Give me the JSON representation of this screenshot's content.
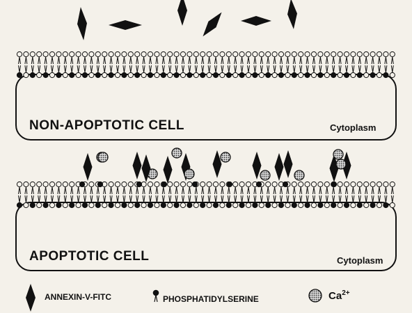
{
  "cells": [
    {
      "id": "non-apoptotic",
      "title": "NON-APOPTOTIC CELL",
      "region": "Cytoplasm"
    },
    {
      "id": "apoptotic",
      "title": "APOPTOTIC CELL",
      "region": "Cytoplasm"
    }
  ],
  "legend": {
    "annexin": "ANNEXIN-V-FITC",
    "ps": "PHOSPHATIDYLSERINE",
    "ca_base": "Ca",
    "ca_sup": "2+"
  },
  "colors": {
    "ink": "#111111",
    "paper": "#f4f1ea",
    "calcium": "#8a8a8a"
  }
}
